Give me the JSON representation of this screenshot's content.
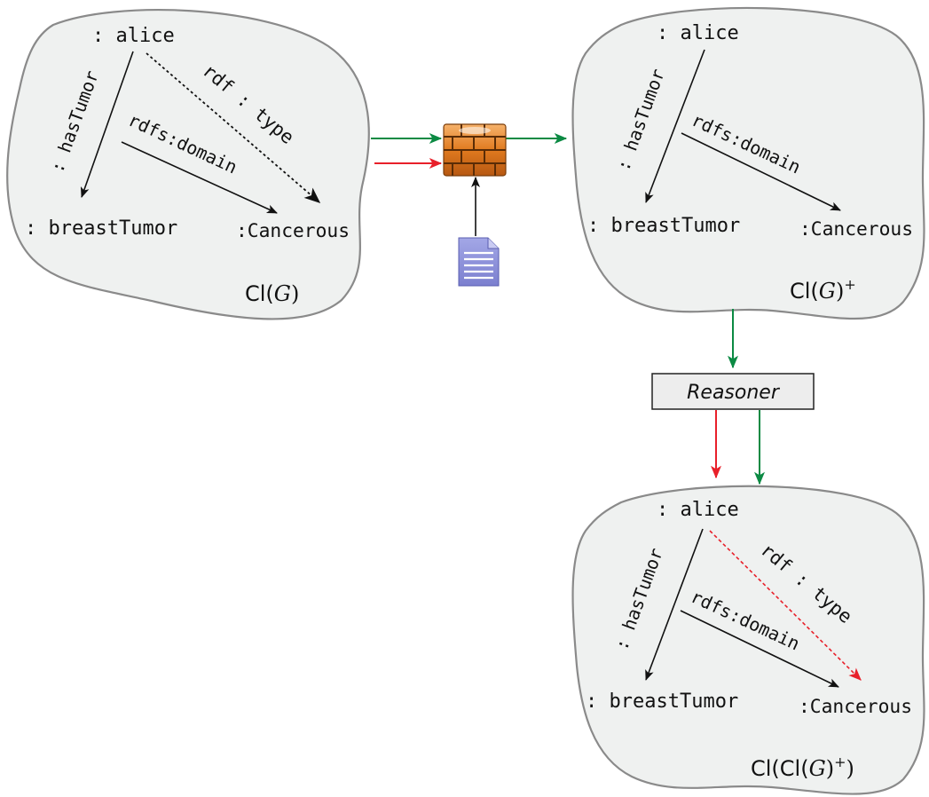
{
  "graphs": [
    {
      "label_prefix": "Cl(",
      "label_var": "G",
      "label_suffix": ")",
      "subject": ": alice",
      "object_left": ": breastTumor",
      "object_right": ":Cancerous",
      "edge_hasTumor": ": hasTumor",
      "edge_domain": "rdfs:domain",
      "edge_type": "rdf : type"
    },
    {
      "label_prefix": "Cl(",
      "label_var": "G",
      "label_suffix": ")",
      "label_sup": "+",
      "subject": ": alice",
      "object_left": ": breastTumor",
      "object_right": ":Cancerous",
      "edge_hasTumor": ": hasTumor",
      "edge_domain": "rdfs:domain"
    },
    {
      "label_prefix": "Cl(Cl(",
      "label_var": "G",
      "label_suffix": ")",
      "label_sup": "+",
      "label_end": ")",
      "subject": ": alice",
      "object_left": ": breastTumor",
      "object_right": ":Cancerous",
      "edge_hasTumor": ": hasTumor",
      "edge_domain": "rdfs:domain",
      "edge_type": "rdf : type"
    }
  ],
  "reasoner": {
    "label": "Reasoner"
  },
  "icons": {
    "firewall": "firewall-icon",
    "document": "document-icon"
  },
  "colors": {
    "allowed_flow": "#0b8a43",
    "blocked_flow": "#e8202a",
    "document": "#8b8fd6",
    "brick": "#e07a1f"
  }
}
